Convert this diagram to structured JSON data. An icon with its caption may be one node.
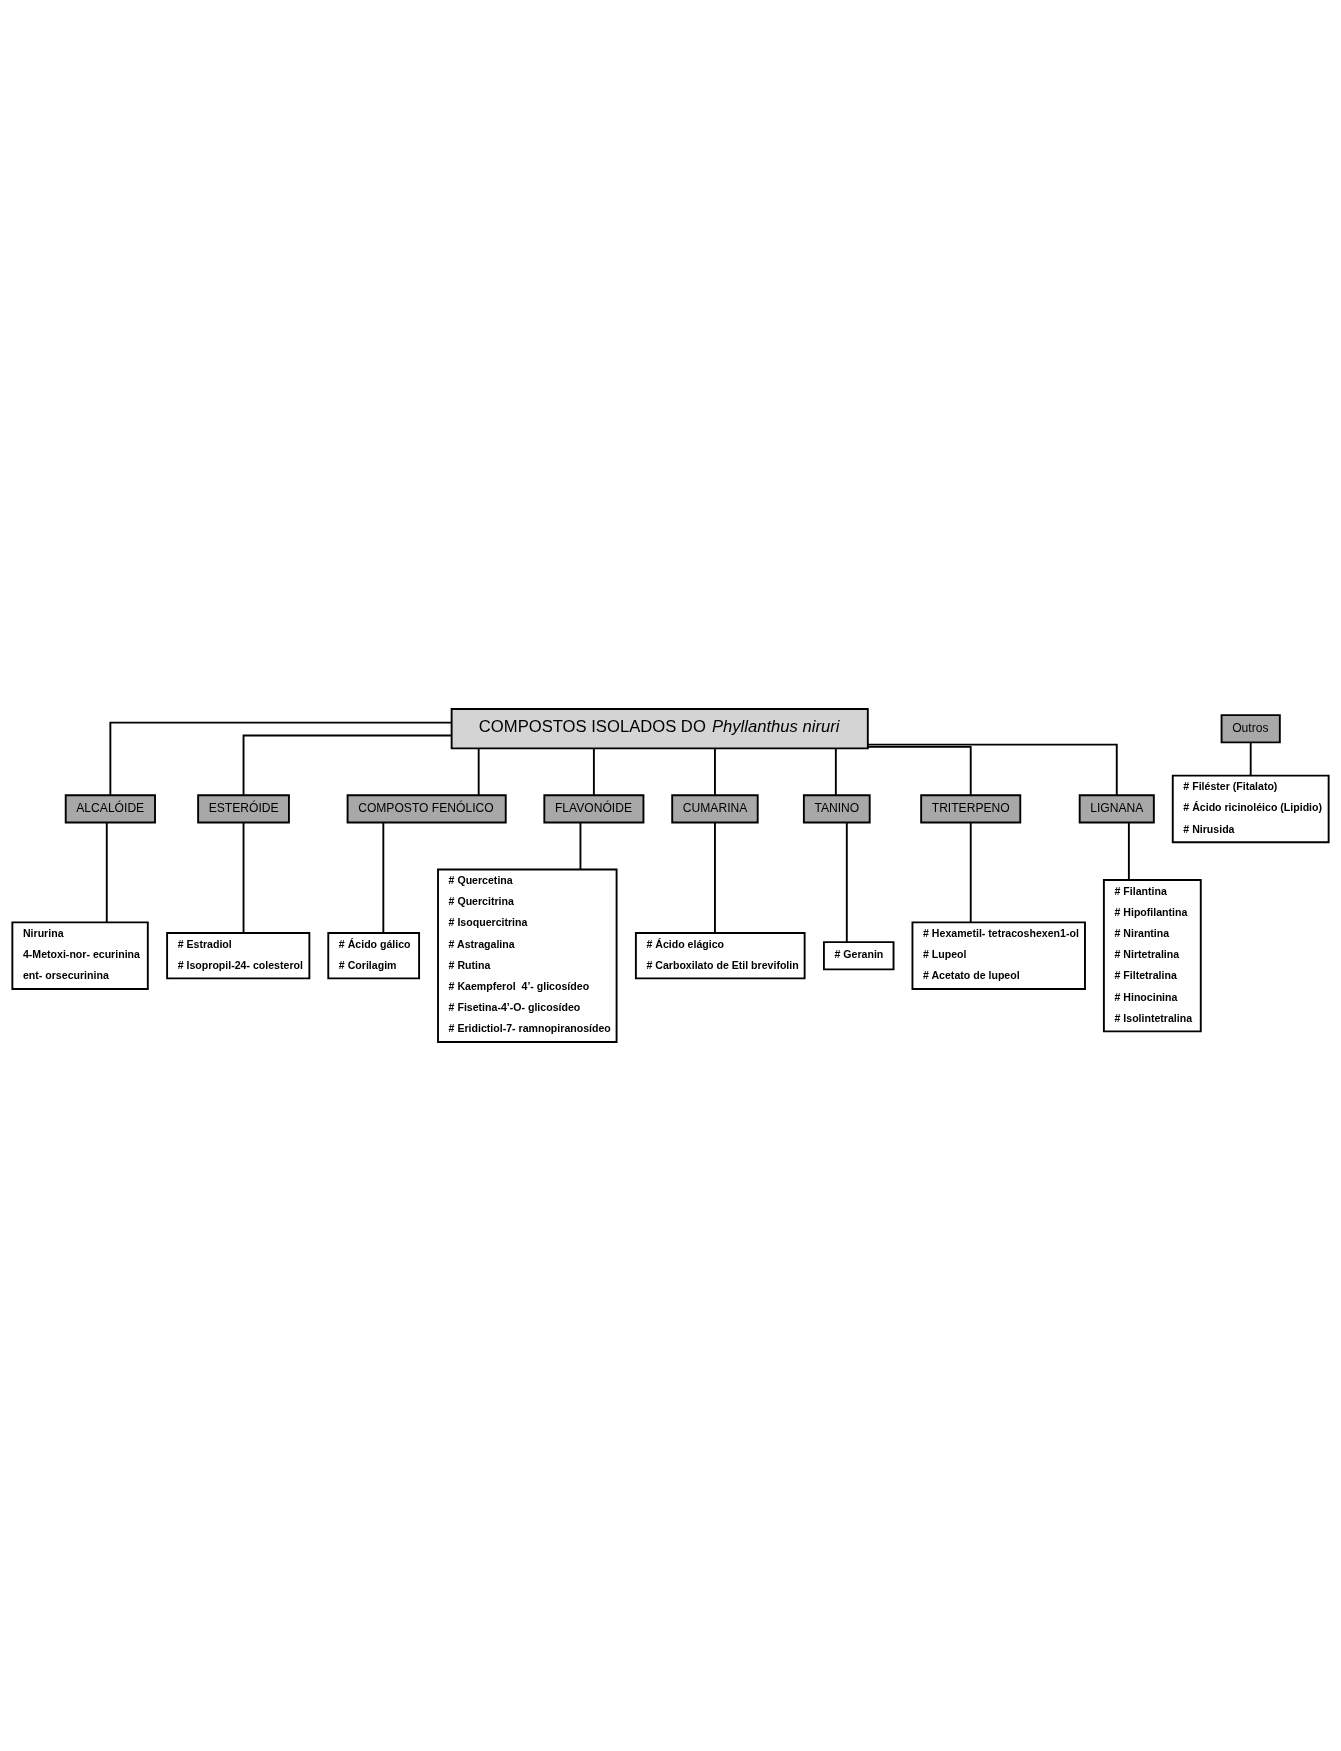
{
  "diagram": {
    "nodes": [
      {
        "text": [
          "COMPOSTOS ISOLADOS DO *Phyllanthus niruri*"
        ]
      },
      {
        "text": [
          "ALCALÓIDE"
        ]
      },
      {
        "text": [
          "Nirurina",
          "4-Metoxi-nor- ecurinina",
          "ent- orsecurinina"
        ]
      },
      {
        "text": [
          "ESTERÓIDE"
        ]
      },
      {
        "text": [
          "# Estradiol",
          "# Isopropil-24- colesterol"
        ]
      },
      {
        "text": [
          "COMPOSTO FENÓLICO"
        ]
      },
      {
        "text": [
          "# Ácido gálico",
          "# Corilagim"
        ]
      },
      {
        "text": [
          "FLAVONÓIDE"
        ]
      },
      {
        "text": [
          "# Quercetina",
          "# Quercitrina",
          "# Isoquercitrina",
          "# Astragalina",
          "# Rutina",
          "# Kaempferol  4’- glicosídeo",
          "# Fisetina-4’-O- glicosídeo",
          "# Eridictiol-7- ramnopiranosídeo"
        ]
      },
      {
        "text": [
          "CUMARINA"
        ]
      },
      {
        "text": [
          "# Ácido elágico",
          "# Carboxilato de Etil brevifolin"
        ]
      },
      {
        "text": [
          "TANINO"
        ]
      },
      {
        "text": [
          "# Geranin"
        ]
      },
      {
        "text": [
          "TRITERPENO"
        ]
      },
      {
        "text": [
          "# Hexametil- tetracoshexen1-ol",
          "# Lupeol",
          "# Acetato de lupeol"
        ]
      },
      {
        "text": [
          "LIGNANA"
        ]
      },
      {
        "text": [
          "# Filantina",
          "# Hipofilantina",
          "# Nirantina",
          "# Nirtetralina",
          "# Filtetralina",
          "# Hinocinina",
          "# Isolintetralina"
        ]
      },
      {
        "text": [
          "Outros"
        ]
      },
      {
        "text": [
          "# Filéster (Fitalato)",
          "# Ácido ricinoléico (Lipidio)",
          "# Nirusida"
        ]
      }
    ],
    "edges": [
      {
        "from": 0,
        "to": 1,
        "arrow": "none"
      },
      {
        "from": 1,
        "to": 2,
        "arrow": "none"
      },
      {
        "from": 0,
        "to": 3,
        "arrow": "none"
      },
      {
        "from": 3,
        "to": 4,
        "arrow": "none"
      },
      {
        "from": 0,
        "to": 5,
        "arrow": "none"
      },
      {
        "from": 5,
        "to": 6,
        "arrow": "none"
      },
      {
        "from": 0,
        "to": 7,
        "arrow": "none"
      },
      {
        "from": 7,
        "to": 8,
        "arrow": "none"
      },
      {
        "from": 0,
        "to": 9,
        "arrow": "none"
      },
      {
        "from": 9,
        "to": 10,
        "arrow": "none"
      },
      {
        "from": 0,
        "to": 11,
        "arrow": "none"
      },
      {
        "from": 11,
        "to": 12,
        "arrow": "none"
      },
      {
        "from": 0,
        "to": 13,
        "arrow": "none"
      },
      {
        "from": 13,
        "to": 14,
        "arrow": "none"
      },
      {
        "from": 0,
        "to": 15,
        "arrow": "none"
      },
      {
        "from": 15,
        "to": 16,
        "arrow": "none"
      },
      {
        "from": 17,
        "to": 18,
        "arrow": "none"
      }
    ]
  }
}
